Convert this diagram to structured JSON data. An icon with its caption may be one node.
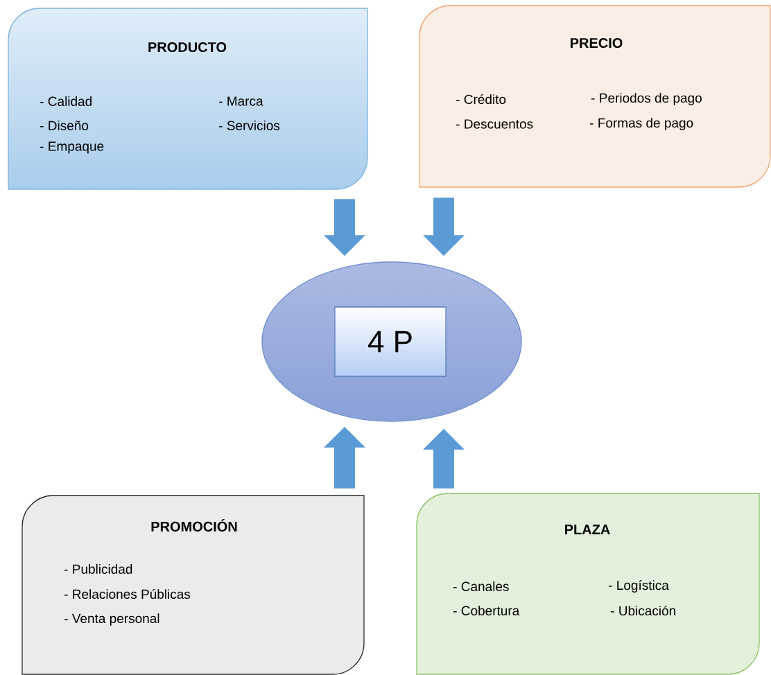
{
  "diagram": {
    "nodes": [
      {
        "text": [
          "PRODUCTO",
          "- Calidad",
          "- Diseño",
          "- Empaque",
          "- Marca",
          "- Servicios"
        ]
      },
      {
        "text": [
          "PRECIO",
          "- Crédito",
          "- Descuentos",
          "- Periodos de pago",
          "- Formas de pago"
        ]
      },
      {
        "text": [],
        "shape": "ellipse"
      },
      {
        "text": [
          "4 P"
        ],
        "in": 2
      },
      {
        "text": [
          "PROMOCIÓN",
          "- Publicidad",
          "- Relaciones Públicas",
          "- Venta personal"
        ]
      },
      {
        "text": [
          "PLAZA",
          "- Canales",
          "- Cobertura",
          "- Logística",
          "- Ubicación"
        ]
      }
    ],
    "edges": [
      {
        "from": 0,
        "to": 2,
        "arrow": "to"
      },
      {
        "from": 1,
        "to": 2,
        "arrow": "to"
      },
      {
        "from": 4,
        "to": 2,
        "arrow": "to"
      },
      {
        "from": 5,
        "to": 2,
        "arrow": "to"
      }
    ]
  }
}
